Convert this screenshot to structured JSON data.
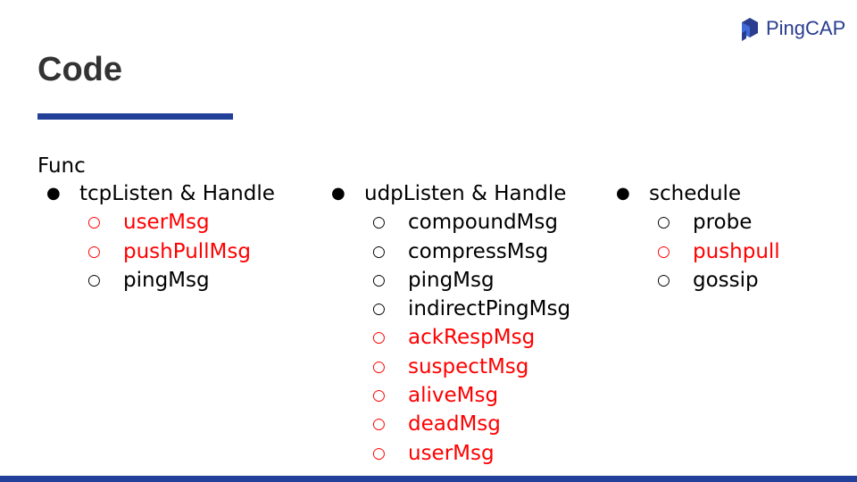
{
  "logo": {
    "text": "PingCAP"
  },
  "slide": {
    "title": "Code",
    "section_label": "Func"
  },
  "colors": {
    "accent": "#22409a",
    "highlight": "#ff0000",
    "title": "#333333"
  },
  "columns": [
    {
      "heading": "tcpListen & Handle",
      "items": [
        {
          "label": "userMsg",
          "highlight": true
        },
        {
          "label": "pushPullMsg",
          "highlight": true
        },
        {
          "label": "pingMsg",
          "highlight": false
        }
      ]
    },
    {
      "heading": "udpListen & Handle",
      "items": [
        {
          "label": "compoundMsg",
          "highlight": false
        },
        {
          "label": "compressMsg",
          "highlight": false
        },
        {
          "label": "pingMsg",
          "highlight": false
        },
        {
          "label": "indirectPingMsg",
          "highlight": false
        },
        {
          "label": "ackRespMsg",
          "highlight": true
        },
        {
          "label": "suspectMsg",
          "highlight": true
        },
        {
          "label": "aliveMsg",
          "highlight": true
        },
        {
          "label": "deadMsg",
          "highlight": true
        },
        {
          "label": "userMsg",
          "highlight": true
        }
      ]
    },
    {
      "heading": "schedule",
      "items": [
        {
          "label": "probe",
          "highlight": false
        },
        {
          "label": "pushpull",
          "highlight": true
        },
        {
          "label": "gossip",
          "highlight": false
        }
      ]
    }
  ]
}
